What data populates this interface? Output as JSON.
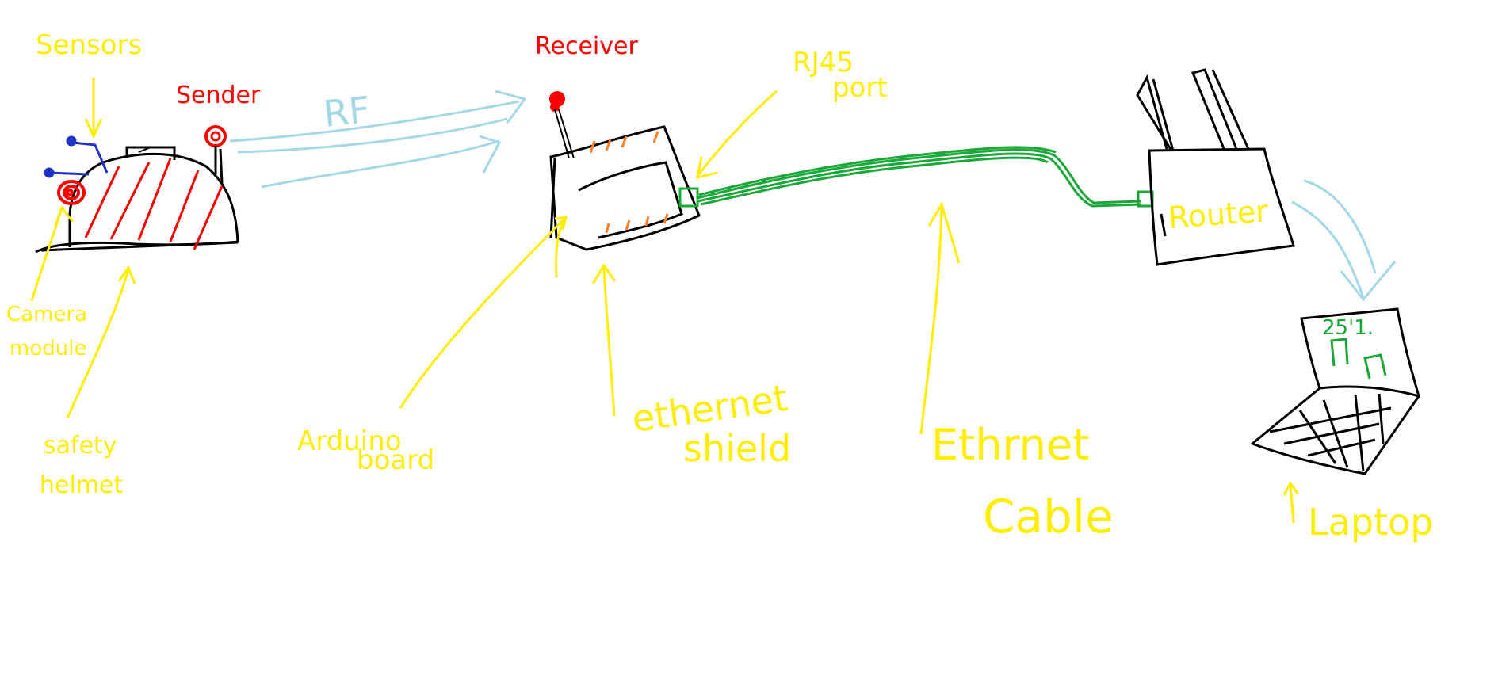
{
  "labels": {
    "sensors": "Sensors",
    "sender": "Sender",
    "rf": "RF",
    "receiver": "Receiver",
    "rj45_line1": "RJ45",
    "rj45_line2": "port",
    "camera_line1": "Camera",
    "camera_line2": "module",
    "helmet_line1": "safety",
    "helmet_line2": "helmet",
    "arduino_line1": "Arduino",
    "arduino_line2": "board",
    "shield_line1": "ethernet",
    "shield_line2": "shield",
    "cable_line1": "Ethrnet",
    "cable_line2": "Cable",
    "router": "Router",
    "laptop": "Laptop",
    "screen_text": "25'1."
  },
  "colors": {
    "label_yellow": "#ffee00",
    "component_red": "#ff0000",
    "wireless_blue": "#a5d8e6",
    "cable_green": "#1aa838",
    "outline_black": "#000000",
    "sensor_blue": "#2233cc",
    "pin_orange": "#ff7f27"
  }
}
